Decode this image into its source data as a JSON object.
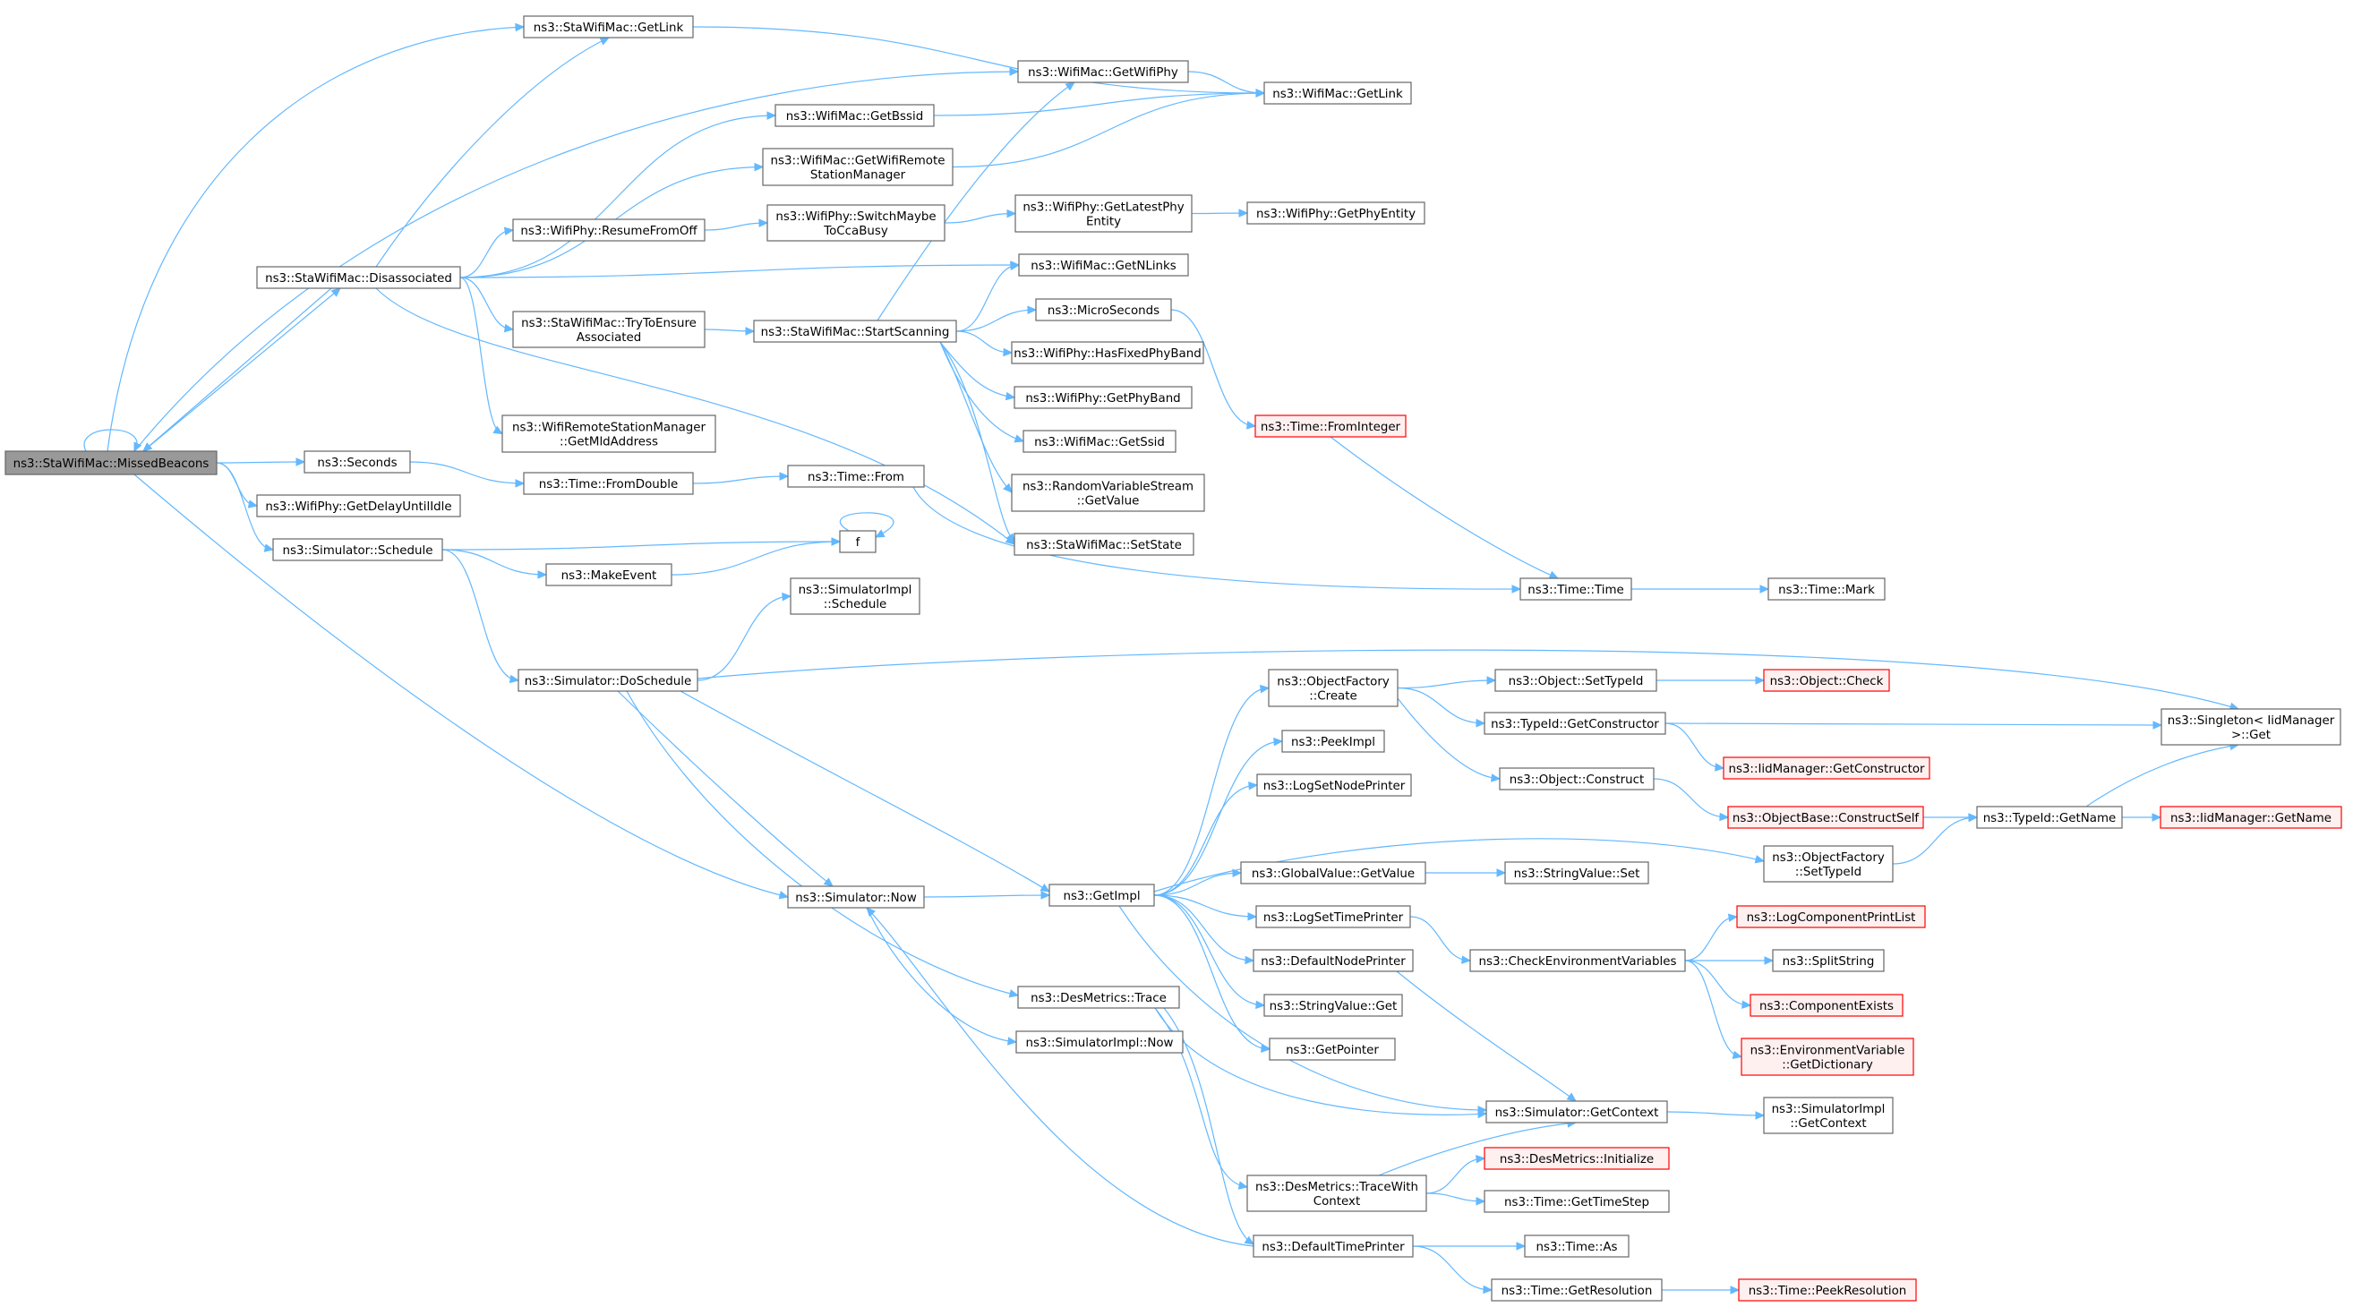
{
  "diagram": {
    "type": "call-graph",
    "nodes": [
      {
        "id": "missedbeacons",
        "lines": [
          "ns3::StaWifiMac::MissedBeacons"
        ],
        "root": true
      },
      {
        "id": "stagetlink",
        "lines": [
          "ns3::StaWifiMac::GetLink"
        ]
      },
      {
        "id": "disassoc",
        "lines": [
          "ns3::StaWifiMac::Disassociated"
        ]
      },
      {
        "id": "seconds",
        "lines": [
          "ns3::Seconds"
        ]
      },
      {
        "id": "getdelay",
        "lines": [
          "ns3::WifiPhy::GetDelayUntilIdle"
        ]
      },
      {
        "id": "schedule",
        "lines": [
          "ns3::Simulator::Schedule"
        ]
      },
      {
        "id": "now",
        "lines": [
          "ns3::Simulator::Now"
        ]
      },
      {
        "id": "getbssid",
        "lines": [
          "ns3::WifiMac::GetBssid"
        ]
      },
      {
        "id": "getremote",
        "lines": [
          "ns3::WifiMac::GetWifiRemote",
          "StationManager"
        ]
      },
      {
        "id": "resume",
        "lines": [
          "ns3::WifiPhy::ResumeFromOff"
        ]
      },
      {
        "id": "tryensure",
        "lines": [
          "ns3::StaWifiMac::TryToEnsure",
          "Associated"
        ]
      },
      {
        "id": "getmld",
        "lines": [
          "ns3::WifiRemoteStationManager",
          "::GetMldAddress"
        ]
      },
      {
        "id": "fromdouble",
        "lines": [
          "ns3::Time::FromDouble"
        ]
      },
      {
        "id": "makeevent",
        "lines": [
          "ns3::MakeEvent"
        ]
      },
      {
        "id": "doschedule",
        "lines": [
          "ns3::Simulator::DoSchedule"
        ]
      },
      {
        "id": "simimplschedule",
        "lines": [
          "ns3::SimulatorImpl",
          "::Schedule"
        ]
      },
      {
        "id": "getwifiphy",
        "lines": [
          "ns3::WifiMac::GetWifiPhy"
        ]
      },
      {
        "id": "switchmaybe",
        "lines": [
          "ns3::WifiPhy::SwitchMaybe",
          "ToCcaBusy"
        ]
      },
      {
        "id": "startscan",
        "lines": [
          "ns3::StaWifiMac::StartScanning"
        ]
      },
      {
        "id": "timefrom",
        "lines": [
          "ns3::Time::From"
        ]
      },
      {
        "id": "f",
        "lines": [
          "f"
        ]
      },
      {
        "id": "getimpl",
        "lines": [
          "ns3::GetImpl"
        ]
      },
      {
        "id": "destrace",
        "lines": [
          "ns3::DesMetrics::Trace"
        ]
      },
      {
        "id": "simimplnow",
        "lines": [
          "ns3::SimulatorImpl::Now"
        ]
      },
      {
        "id": "macgetlink",
        "lines": [
          "ns3::WifiMac::GetLink"
        ]
      },
      {
        "id": "latestphy",
        "lines": [
          "ns3::WifiPhy::GetLatestPhy",
          "Entity"
        ]
      },
      {
        "id": "getnlinks",
        "lines": [
          "ns3::WifiMac::GetNLinks"
        ]
      },
      {
        "id": "micro",
        "lines": [
          "ns3::MicroSeconds"
        ]
      },
      {
        "id": "hasfixed",
        "lines": [
          "ns3::WifiPhy::HasFixedPhyBand"
        ]
      },
      {
        "id": "getphyband",
        "lines": [
          "ns3::WifiPhy::GetPhyBand"
        ]
      },
      {
        "id": "getssid",
        "lines": [
          "ns3::WifiMac::GetSsid"
        ]
      },
      {
        "id": "rvs",
        "lines": [
          "ns3::RandomVariableStream",
          "::GetValue"
        ]
      },
      {
        "id": "setstate",
        "lines": [
          "ns3::StaWifiMac::SetState"
        ]
      },
      {
        "id": "ofcreate",
        "lines": [
          "ns3::ObjectFactory",
          "::Create"
        ]
      },
      {
        "id": "peekimpl",
        "lines": [
          "ns3::PeekImpl"
        ]
      },
      {
        "id": "logsetnode",
        "lines": [
          "ns3::LogSetNodePrinter"
        ]
      },
      {
        "id": "gvgetvalue",
        "lines": [
          "ns3::GlobalValue::GetValue"
        ]
      },
      {
        "id": "logsettime",
        "lines": [
          "ns3::LogSetTimePrinter"
        ]
      },
      {
        "id": "defnodeprinter",
        "lines": [
          "ns3::DefaultNodePrinter"
        ]
      },
      {
        "id": "svget",
        "lines": [
          "ns3::StringValue::Get"
        ]
      },
      {
        "id": "getpointer",
        "lines": [
          "ns3::GetPointer"
        ]
      },
      {
        "id": "tracewith",
        "lines": [
          "ns3::DesMetrics::TraceWith",
          "Context"
        ]
      },
      {
        "id": "deftimeprinter",
        "lines": [
          "ns3::DefaultTimePrinter"
        ]
      },
      {
        "id": "getphyentity",
        "lines": [
          "ns3::WifiPhy::GetPhyEntity"
        ]
      },
      {
        "id": "fromint",
        "lines": [
          "ns3::Time::FromInteger"
        ],
        "truncated": true
      },
      {
        "id": "timetime",
        "lines": [
          "ns3::Time::Time"
        ]
      },
      {
        "id": "settypeid",
        "lines": [
          "ns3::Object::SetTypeId"
        ]
      },
      {
        "id": "getctor",
        "lines": [
          "ns3::TypeId::GetConstructor"
        ]
      },
      {
        "id": "construct",
        "lines": [
          "ns3::Object::Construct"
        ]
      },
      {
        "id": "svset",
        "lines": [
          "ns3::StringValue::Set"
        ]
      },
      {
        "id": "checkenv",
        "lines": [
          "ns3::CheckEnvironmentVariables"
        ]
      },
      {
        "id": "simgetctx",
        "lines": [
          "ns3::Simulator::GetContext"
        ]
      },
      {
        "id": "desinit",
        "lines": [
          "ns3::DesMetrics::Initialize"
        ],
        "truncated": true
      },
      {
        "id": "gettimestep",
        "lines": [
          "ns3::Time::GetTimeStep"
        ]
      },
      {
        "id": "timeas",
        "lines": [
          "ns3::Time::As"
        ]
      },
      {
        "id": "getres",
        "lines": [
          "ns3::Time::GetResolution"
        ]
      },
      {
        "id": "timemark",
        "lines": [
          "ns3::Time::Mark"
        ]
      },
      {
        "id": "objcheck",
        "lines": [
          "ns3::Object::Check"
        ],
        "truncated": true
      },
      {
        "id": "iidgetctor",
        "lines": [
          "ns3::IidManager::GetConstructor"
        ],
        "truncated": true
      },
      {
        "id": "constructself",
        "lines": [
          "ns3::ObjectBase::ConstructSelf"
        ],
        "truncated": true
      },
      {
        "id": "ofsettypeid",
        "lines": [
          "ns3::ObjectFactory",
          "::SetTypeId"
        ]
      },
      {
        "id": "logcomp",
        "lines": [
          "ns3::LogComponentPrintList"
        ],
        "truncated": true
      },
      {
        "id": "splitstring",
        "lines": [
          "ns3::SplitString"
        ]
      },
      {
        "id": "compexists",
        "lines": [
          "ns3::ComponentExists"
        ],
        "truncated": true
      },
      {
        "id": "envdict",
        "lines": [
          "ns3::EnvironmentVariable",
          "::GetDictionary"
        ],
        "truncated": true
      },
      {
        "id": "simimplctx",
        "lines": [
          "ns3::SimulatorImpl",
          "::GetContext"
        ]
      },
      {
        "id": "peekres",
        "lines": [
          "ns3::Time::PeekResolution"
        ],
        "truncated": true
      },
      {
        "id": "singleton",
        "lines": [
          "ns3::Singleton< IidManager",
          ">::Get"
        ]
      },
      {
        "id": "typeidname",
        "lines": [
          "ns3::TypeId::GetName"
        ]
      },
      {
        "id": "iidgetname",
        "lines": [
          "ns3::IidManager::GetName"
        ],
        "truncated": true
      }
    ],
    "edges": [
      [
        "missedbeacons",
        "missedbeacons"
      ],
      [
        "missedbeacons",
        "stagetlink"
      ],
      [
        "missedbeacons",
        "getwifiphy"
      ],
      [
        "missedbeacons",
        "disassoc"
      ],
      [
        "missedbeacons",
        "seconds"
      ],
      [
        "missedbeacons",
        "getdelay"
      ],
      [
        "missedbeacons",
        "schedule"
      ],
      [
        "missedbeacons",
        "now"
      ],
      [
        "stagetlink",
        "macgetlink"
      ],
      [
        "disassoc",
        "stagetlink"
      ],
      [
        "disassoc",
        "getbssid"
      ],
      [
        "disassoc",
        "getremote"
      ],
      [
        "disassoc",
        "resume"
      ],
      [
        "disassoc",
        "getnlinks"
      ],
      [
        "disassoc",
        "tryensure"
      ],
      [
        "disassoc",
        "getmld"
      ],
      [
        "disassoc",
        "missedbeacons"
      ],
      [
        "disassoc",
        "setstate"
      ],
      [
        "getwifiphy",
        "macgetlink"
      ],
      [
        "getbssid",
        "macgetlink"
      ],
      [
        "getremote",
        "macgetlink"
      ],
      [
        "resume",
        "switchmaybe"
      ],
      [
        "switchmaybe",
        "latestphy"
      ],
      [
        "latestphy",
        "getphyentity"
      ],
      [
        "tryensure",
        "startscan"
      ],
      [
        "startscan",
        "getwifiphy"
      ],
      [
        "startscan",
        "getnlinks"
      ],
      [
        "startscan",
        "micro"
      ],
      [
        "startscan",
        "hasfixed"
      ],
      [
        "startscan",
        "getphyband"
      ],
      [
        "startscan",
        "getssid"
      ],
      [
        "startscan",
        "rvs"
      ],
      [
        "startscan",
        "setstate"
      ],
      [
        "micro",
        "fromint"
      ],
      [
        "fromint",
        "timetime"
      ],
      [
        "timetime",
        "timemark"
      ],
      [
        "seconds",
        "fromdouble"
      ],
      [
        "fromdouble",
        "timefrom"
      ],
      [
        "timefrom",
        "timetime"
      ],
      [
        "schedule",
        "f"
      ],
      [
        "f",
        "f"
      ],
      [
        "schedule",
        "makeevent"
      ],
      [
        "makeevent",
        "f"
      ],
      [
        "schedule",
        "doschedule"
      ],
      [
        "doschedule",
        "simimplschedule"
      ],
      [
        "doschedule",
        "singleton"
      ],
      [
        "doschedule",
        "now"
      ],
      [
        "doschedule",
        "getimpl"
      ],
      [
        "doschedule",
        "destrace"
      ],
      [
        "now",
        "getimpl"
      ],
      [
        "now",
        "simimplnow"
      ],
      [
        "getimpl",
        "ofcreate"
      ],
      [
        "getimpl",
        "peekimpl"
      ],
      [
        "getimpl",
        "logsetnode"
      ],
      [
        "getimpl",
        "gvgetvalue"
      ],
      [
        "getimpl",
        "logsettime"
      ],
      [
        "getimpl",
        "defnodeprinter"
      ],
      [
        "getimpl",
        "svget"
      ],
      [
        "getimpl",
        "getpointer"
      ],
      [
        "getimpl",
        "ofsettypeid"
      ],
      [
        "getimpl",
        "simgetctx"
      ],
      [
        "ofcreate",
        "settypeid"
      ],
      [
        "ofcreate",
        "getctor"
      ],
      [
        "ofcreate",
        "construct"
      ],
      [
        "settypeid",
        "objcheck"
      ],
      [
        "getctor",
        "singleton"
      ],
      [
        "getctor",
        "iidgetctor"
      ],
      [
        "construct",
        "constructself"
      ],
      [
        "constructself",
        "typeidname"
      ],
      [
        "ofsettypeid",
        "typeidname"
      ],
      [
        "typeidname",
        "singleton"
      ],
      [
        "typeidname",
        "iidgetname"
      ],
      [
        "gvgetvalue",
        "svset"
      ],
      [
        "logsettime",
        "checkenv"
      ],
      [
        "checkenv",
        "logcomp"
      ],
      [
        "checkenv",
        "splitstring"
      ],
      [
        "checkenv",
        "compexists"
      ],
      [
        "checkenv",
        "envdict"
      ],
      [
        "defnodeprinter",
        "simgetctx"
      ],
      [
        "simgetctx",
        "simimplctx"
      ],
      [
        "destrace",
        "simgetctx"
      ],
      [
        "destrace",
        "tracewith"
      ],
      [
        "destrace",
        "deftimeprinter"
      ],
      [
        "tracewith",
        "simgetctx"
      ],
      [
        "tracewith",
        "desinit"
      ],
      [
        "tracewith",
        "gettimestep"
      ],
      [
        "deftimeprinter",
        "now"
      ],
      [
        "deftimeprinter",
        "timeas"
      ],
      [
        "deftimeprinter",
        "getres"
      ],
      [
        "getres",
        "peekres"
      ]
    ]
  }
}
